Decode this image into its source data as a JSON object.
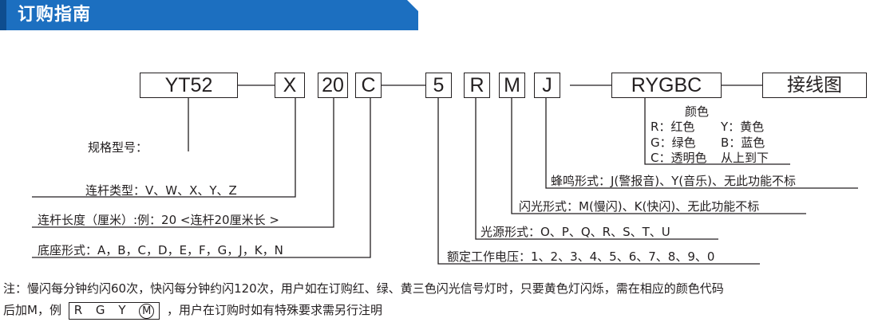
{
  "header": {
    "title": "订购指南"
  },
  "code_boxes": [
    {
      "key": "model",
      "text": "YT52"
    },
    {
      "key": "rod_type",
      "text": "X"
    },
    {
      "key": "rod_length",
      "text": "20"
    },
    {
      "key": "base_type",
      "text": "C"
    },
    {
      "key": "voltage",
      "text": "5"
    },
    {
      "key": "light_source",
      "text": "R"
    },
    {
      "key": "flash",
      "text": "M"
    },
    {
      "key": "buzzer",
      "text": "J"
    },
    {
      "key": "color",
      "text": "RYGBC"
    },
    {
      "key": "wiring",
      "text": "接线图"
    }
  ],
  "labels": {
    "spec": "规格型号：",
    "rod_type": "连杆类型：V、W、X、Y、Z",
    "rod_length": "连杆长度（厘米）:例：20 <连杆20厘米长 >",
    "base_type": "底座形式：A，B，C，D，E，F，G，J，K，N",
    "voltage": "额定工作电压：1、2、3、4、5、6、7、8、9、0",
    "light_source": "光源形式：O、P、Q、R、S、T、U",
    "flash": "闪光形式：M(慢闪)、K(快闪)、无此功能不标",
    "buzzer": "蜂鸣形式：J(警报音)、Y(音乐)、无此功能不标"
  },
  "color_legend": {
    "title": "颜色",
    "rows": [
      [
        "R：红色",
        "Y：黄色"
      ],
      [
        "G：绿色",
        "B：蓝色"
      ],
      [
        "C：透明色",
        "从上到下"
      ]
    ]
  },
  "note": {
    "line1": "注：慢闪每分钟约闪60次，快闪每分钟约闪120次，用户如在订购红、绿、黄三色闪光信号灯时，只要黄色灯闪烁，需在相应的颜色代码",
    "line2_prefix": "后加M，例",
    "example_letters": "R G Y",
    "example_circled": "M",
    "line2_suffix": "，用户在订购时如有特殊要求需另行注明"
  }
}
